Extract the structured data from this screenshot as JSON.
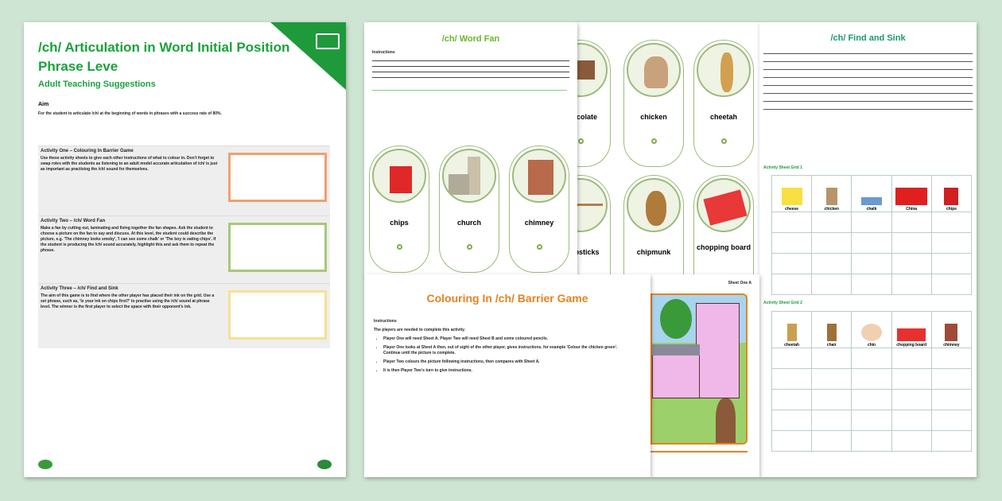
{
  "teaching": {
    "title": "/ch/ Articulation in Word Initial Position Phrase Leve",
    "subtitle": "Adult Teaching Suggestions",
    "aim_label": "Aim",
    "aim_text": "For the student to articulate /ch/ at the beginning of words in phrases with a success rate of 80%.",
    "activities": [
      {
        "title": "Activity One – Colouring In Barrier Game",
        "text": "Use these activity sheets to give each other instructions of what to colour in. Don't forget to swap roles with the students as listening to an adult model accurate articulation of /ch/ is just as important as practising the /ch/ sound for themselves."
      },
      {
        "title": "Activity Two – /ch/ Word Fan",
        "text": "Make a fan by cutting out, laminating and fixing together the fan shapes. Ask the student to choose a picture on the fan to say and discuss. At this level, the student could describe the picture, e.g. 'The chimney looks smoky', 'I can see some chalk' or 'The boy is eating chips'. If the student is producing the /ch/ sound accurately, highlight this and ask them to repeat the phrase."
      },
      {
        "title": "Activity Three – /ch/ Find and Sink",
        "text": "The aim of this game is to find where the other player has placed their ink on the grid. Use a set phrase, such as, 'Is your ink on chips first?' to practise using the /ch/ sound at phrase level. The winner is the first player to select the space with their opponent's ink."
      }
    ]
  },
  "word_fan": {
    "title": "/ch/ Word Fan",
    "instructions_label": "Instructions",
    "cards": [
      "chips",
      "church",
      "chimney"
    ],
    "cards_right": [
      "chocolate",
      "chicken",
      "cheetah",
      "chopsticks",
      "chipmunk",
      "chopping board"
    ]
  },
  "find_sink": {
    "title": "/ch/ Find and Sink",
    "grid1_label": "Activity Sheet Grid 1",
    "grid1": [
      "cheese",
      "chicken",
      "chalk",
      "China",
      "chips"
    ],
    "grid2_label": "Activity Sheet Grid 2",
    "grid2": [
      "cheetah",
      "chair",
      "chin",
      "chopping board",
      "chimney"
    ]
  },
  "barrier": {
    "title": "Colouring In /ch/ Barrier Game",
    "instructions_label": "Instructions",
    "intro": "The players are needed to complete this activity.",
    "steps": [
      "Player One will need Sheet A. Player Two will need Sheet B and some coloured pencils.",
      "Player One looks at Sheet A then, out of sight of the other player, gives instructions, for example 'Colour the chicken green'. Continue until the picture is complete.",
      "Player Two colours the picture following instructions, then compares with Sheet A.",
      "It is then Player Two's turn to give instructions."
    ],
    "sheet_label": "Sheet One A"
  },
  "colors": {
    "green": "#1f9a3a",
    "orange": "#e8821e",
    "fan_green": "#6ab42a"
  }
}
